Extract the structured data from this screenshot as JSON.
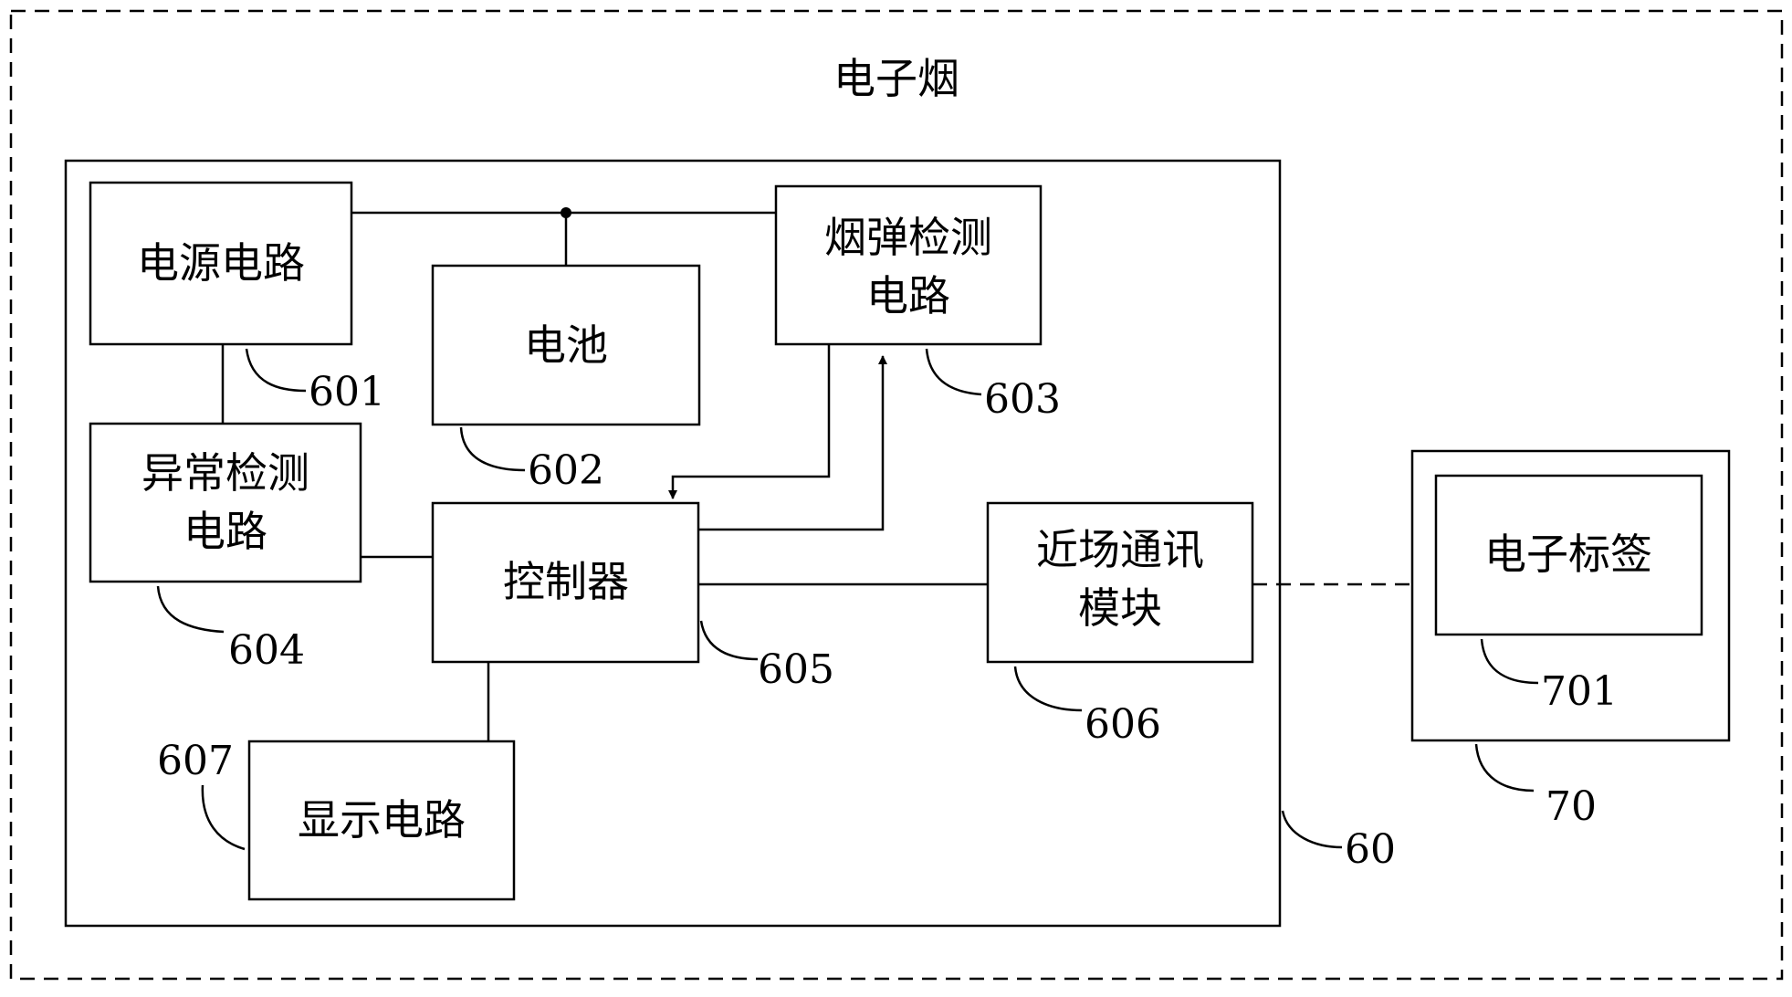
{
  "diagram": {
    "outer_title": "电子烟",
    "outer_ref": "60",
    "blocks": {
      "power": {
        "line1": "电源电路",
        "ref": "601"
      },
      "battery": {
        "line1": "电池",
        "ref": "602"
      },
      "cartridge": {
        "line1": "烟弹检测",
        "line2": "电路",
        "ref": "603"
      },
      "anomaly": {
        "line1": "异常检测",
        "line2": "电路",
        "ref": "604"
      },
      "controller": {
        "line1": "控制器",
        "ref": "605"
      },
      "nfc": {
        "line1": "近场通讯",
        "line2": "模块",
        "ref": "606"
      },
      "display": {
        "line1": "显示电路",
        "ref": "607"
      }
    },
    "external": {
      "ref": "70",
      "tag": {
        "line1": "电子标签",
        "ref": "701"
      }
    }
  },
  "colors": {
    "stroke": "#000000",
    "background": "#ffffff"
  }
}
